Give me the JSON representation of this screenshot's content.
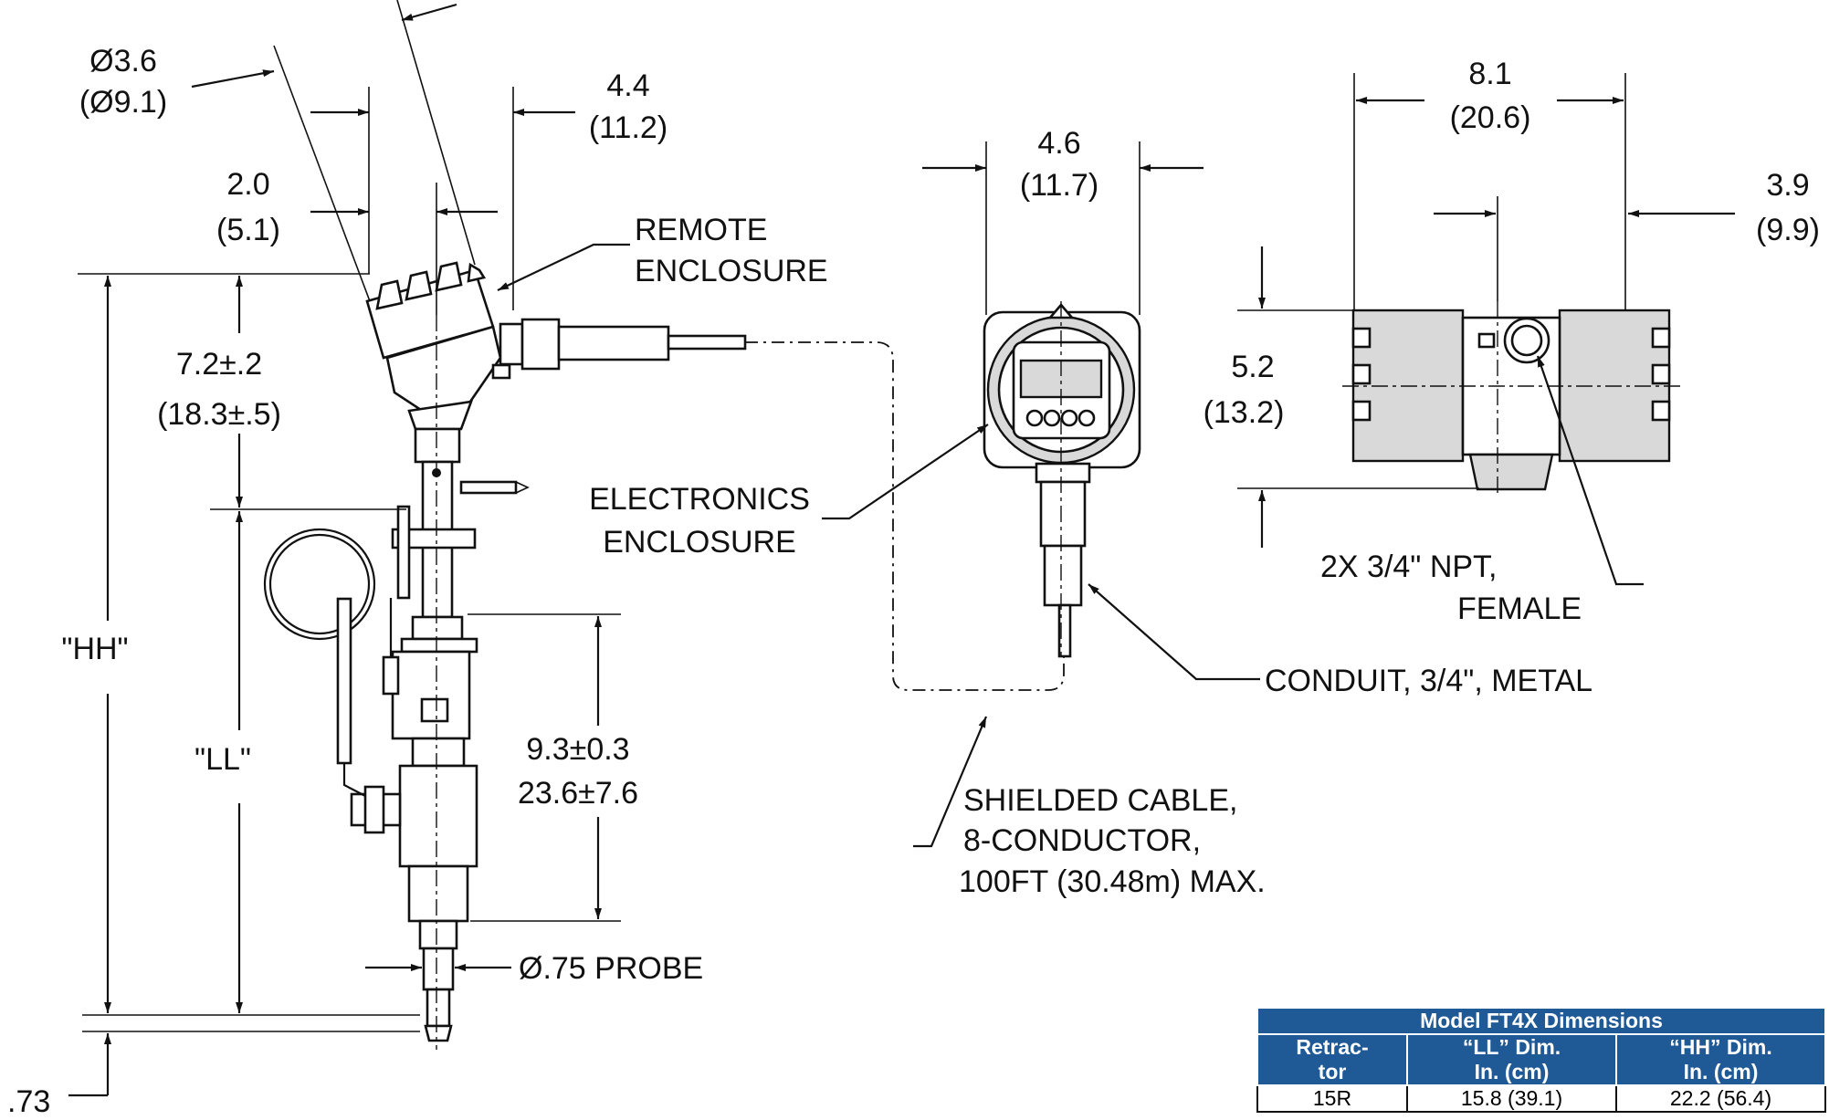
{
  "labels": {
    "dia_in": "Ø3.6",
    "dia_cm": "(Ø9.1)",
    "dim_4_4_in": "4.4",
    "dim_4_4_cm": "(11.2)",
    "dim_2_0_in": "2.0",
    "dim_2_0_cm": "(5.1)",
    "remote_enclosure_1": "REMOTE",
    "remote_enclosure_2": "ENCLOSURE",
    "dim_7_2_in": "7.2±.2",
    "dim_7_2_cm": "(18.3±.5)",
    "hh": "\"HH\"",
    "ll": "\"LL\"",
    "dim_9_3_in": "9.3±0.3",
    "dim_9_3_cm": "23.6±7.6",
    "probe": "Ø.75 PROBE",
    "dim_73": ".73",
    "dim_4_6_in": "4.6",
    "dim_4_6_cm": "(11.7)",
    "electronics_enclosure_1": "ELECTRONICS",
    "electronics_enclosure_2": "ENCLOSURE",
    "shielded_1": "SHIELDED CABLE,",
    "shielded_2": "8-CONDUCTOR,",
    "shielded_3": "100FT (30.48m) MAX.",
    "conduit": "CONDUIT, 3/4\", METAL",
    "dim_8_1_in": "8.1",
    "dim_8_1_cm": "(20.6)",
    "dim_3_9_in": "3.9",
    "dim_3_9_cm": "(9.9)",
    "dim_5_2_in": "5.2",
    "dim_5_2_cm": "(13.2)",
    "npt_1": "2X 3/4\" NPT,",
    "npt_2": "FEMALE"
  },
  "table": {
    "title": "Model FT4X Dimensions",
    "headers": [
      [
        "Retrac-",
        "tor"
      ],
      [
        "“LL” Dim.",
        "In. (cm)"
      ],
      [
        "“HH” Dim.",
        "In. (cm)"
      ]
    ],
    "row": [
      "15R",
      "15.8 (39.1)",
      "22.2 (56.4)"
    ]
  },
  "colors": {
    "table_header": "#1f5a96",
    "enclosure_fill": "#d9d9d9"
  }
}
